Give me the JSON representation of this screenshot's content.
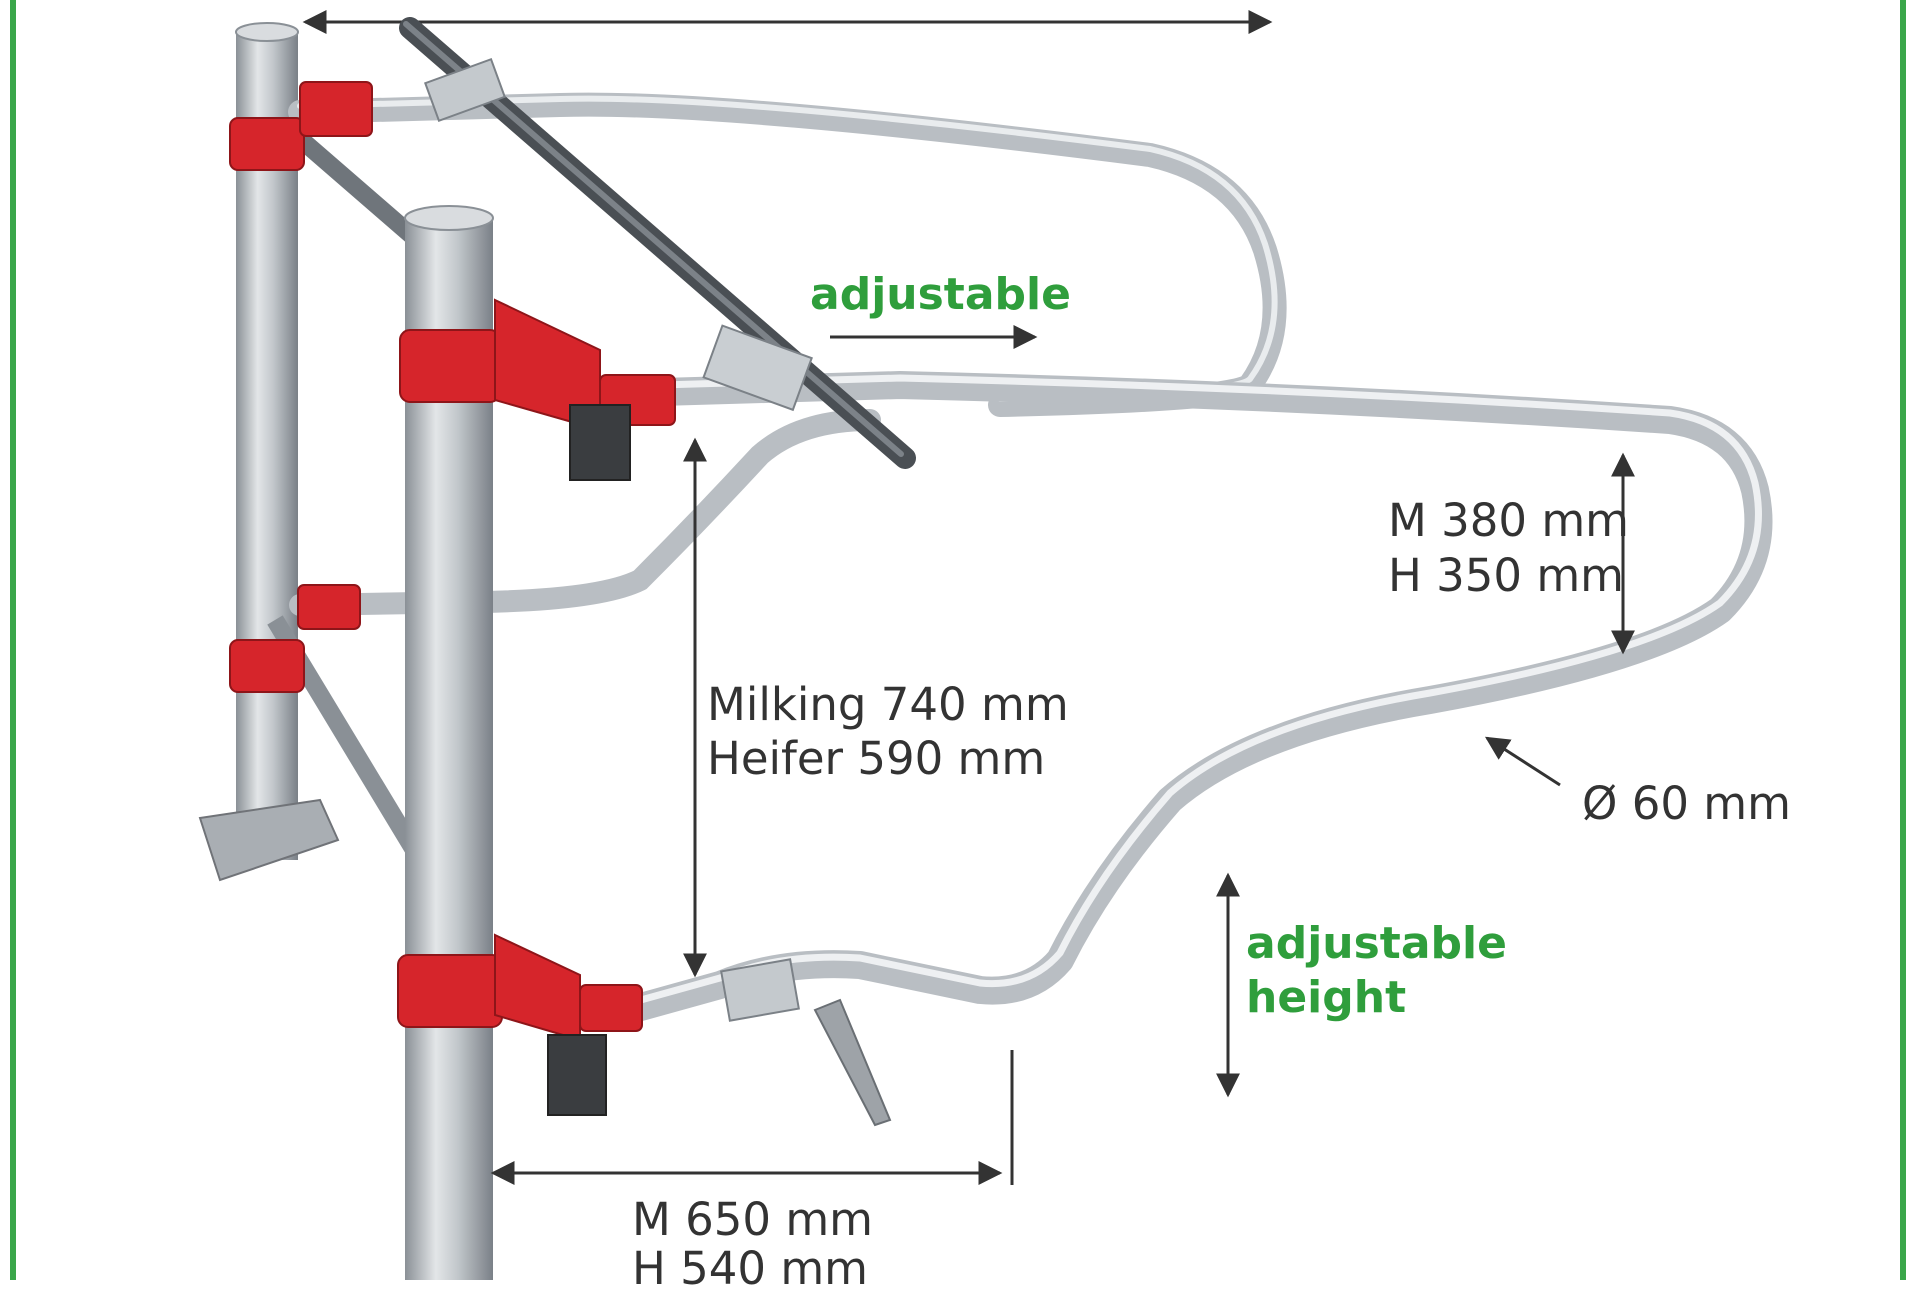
{
  "colors": {
    "border": "#3aa64a",
    "steel": "#b9bec3",
    "steel_dark": "#7d848b",
    "clamp_red": "#d6252b",
    "dimension_line": "#333333",
    "accent_text": "#2f9e3c"
  },
  "annotations": {
    "adjustable_top": "adjustable",
    "neck_height_line1": "M 380 mm",
    "neck_height_line2": "H 350 mm",
    "rail_height_line1": "Milking 740 mm",
    "rail_height_line2": "Heifer 590 mm",
    "tube_diameter": "Ø 60 mm",
    "adjustable_height_line1": "adjustable",
    "adjustable_height_line2": "height",
    "bottom_length_line1": "M 650 mm",
    "bottom_length_line2": "H 540 mm"
  }
}
